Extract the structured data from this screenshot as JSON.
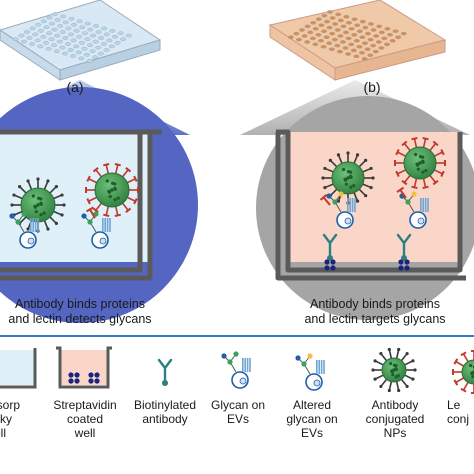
{
  "panels": {
    "a": {
      "label": "(a)",
      "caption_line1": "Antibody binds proteins",
      "caption_line2": "and lectin detects glycans",
      "colors": {
        "cone": "#5b6fc4",
        "well_fill": "#dff0f8",
        "plate": "#c9dff0"
      }
    },
    "b": {
      "label": "(b)",
      "caption_line1": "Antibody binds proteins",
      "caption_line2": "and lectin targets glycans",
      "colors": {
        "cone": "#9a9a9a",
        "well_fill": "#f9d6c8",
        "plate": "#e8a070"
      }
    }
  },
  "legend": {
    "items": [
      {
        "id": "maxisorp",
        "line1": "isorp",
        "line2": "cky",
        "line3": "ell"
      },
      {
        "id": "streptavidin",
        "line1": "Streptavidin",
        "line2": "coated",
        "line3": "well"
      },
      {
        "id": "antibody",
        "line1": "Biotinylated",
        "line2": "antibody",
        "line3": ""
      },
      {
        "id": "glycan",
        "line1": "Glycan on",
        "line2": "EVs",
        "line3": ""
      },
      {
        "id": "altered",
        "line1": "Altered",
        "line2": "glycan on",
        "line3": "EVs"
      },
      {
        "id": "np",
        "line1": "Antibody",
        "line2": "conjugated",
        "line3": "NPs"
      },
      {
        "id": "lectin",
        "line1": "Le",
        "line2": "conj",
        "line3": ""
      }
    ]
  },
  "colors": {
    "well_outline": "#5a5a5a",
    "np_green": "#3e9a52",
    "np_spike": "#3a3a3a",
    "lectin_red": "#c0392b",
    "glycan_green": "#3aa35b",
    "glycan_blue": "#1f5fa8",
    "biotin_navy": "#1a237e",
    "antibody_teal": "#2f7f7f"
  }
}
